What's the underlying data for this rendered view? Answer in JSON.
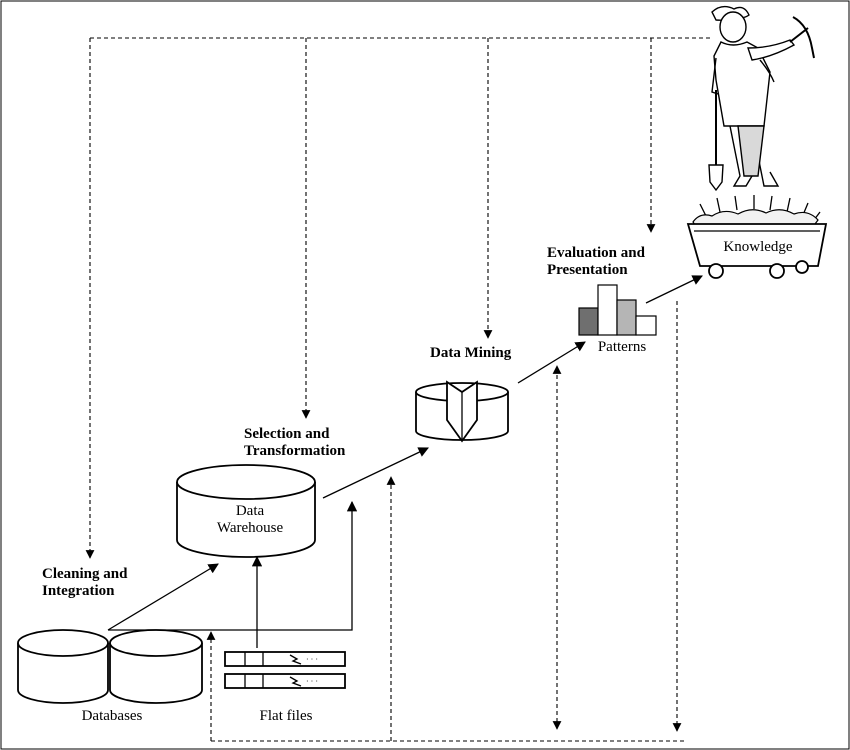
{
  "steps": {
    "cleaning": [
      "Cleaning and",
      "Integration"
    ],
    "selection": [
      "Selection and",
      "Transformation"
    ],
    "mining": "Data Mining",
    "evaluation": [
      "Evaluation and",
      "Presentation"
    ]
  },
  "nodes": {
    "databases": "Databases",
    "flat_files": "Flat files",
    "warehouse": [
      "Data",
      "Warehouse"
    ],
    "patterns": "Patterns",
    "knowledge": "Knowledge"
  },
  "colors": {
    "line": "#000000",
    "background": "#ffffff",
    "bar_dark": "#6f6f6f",
    "bar_light": "#b5b5b5"
  }
}
